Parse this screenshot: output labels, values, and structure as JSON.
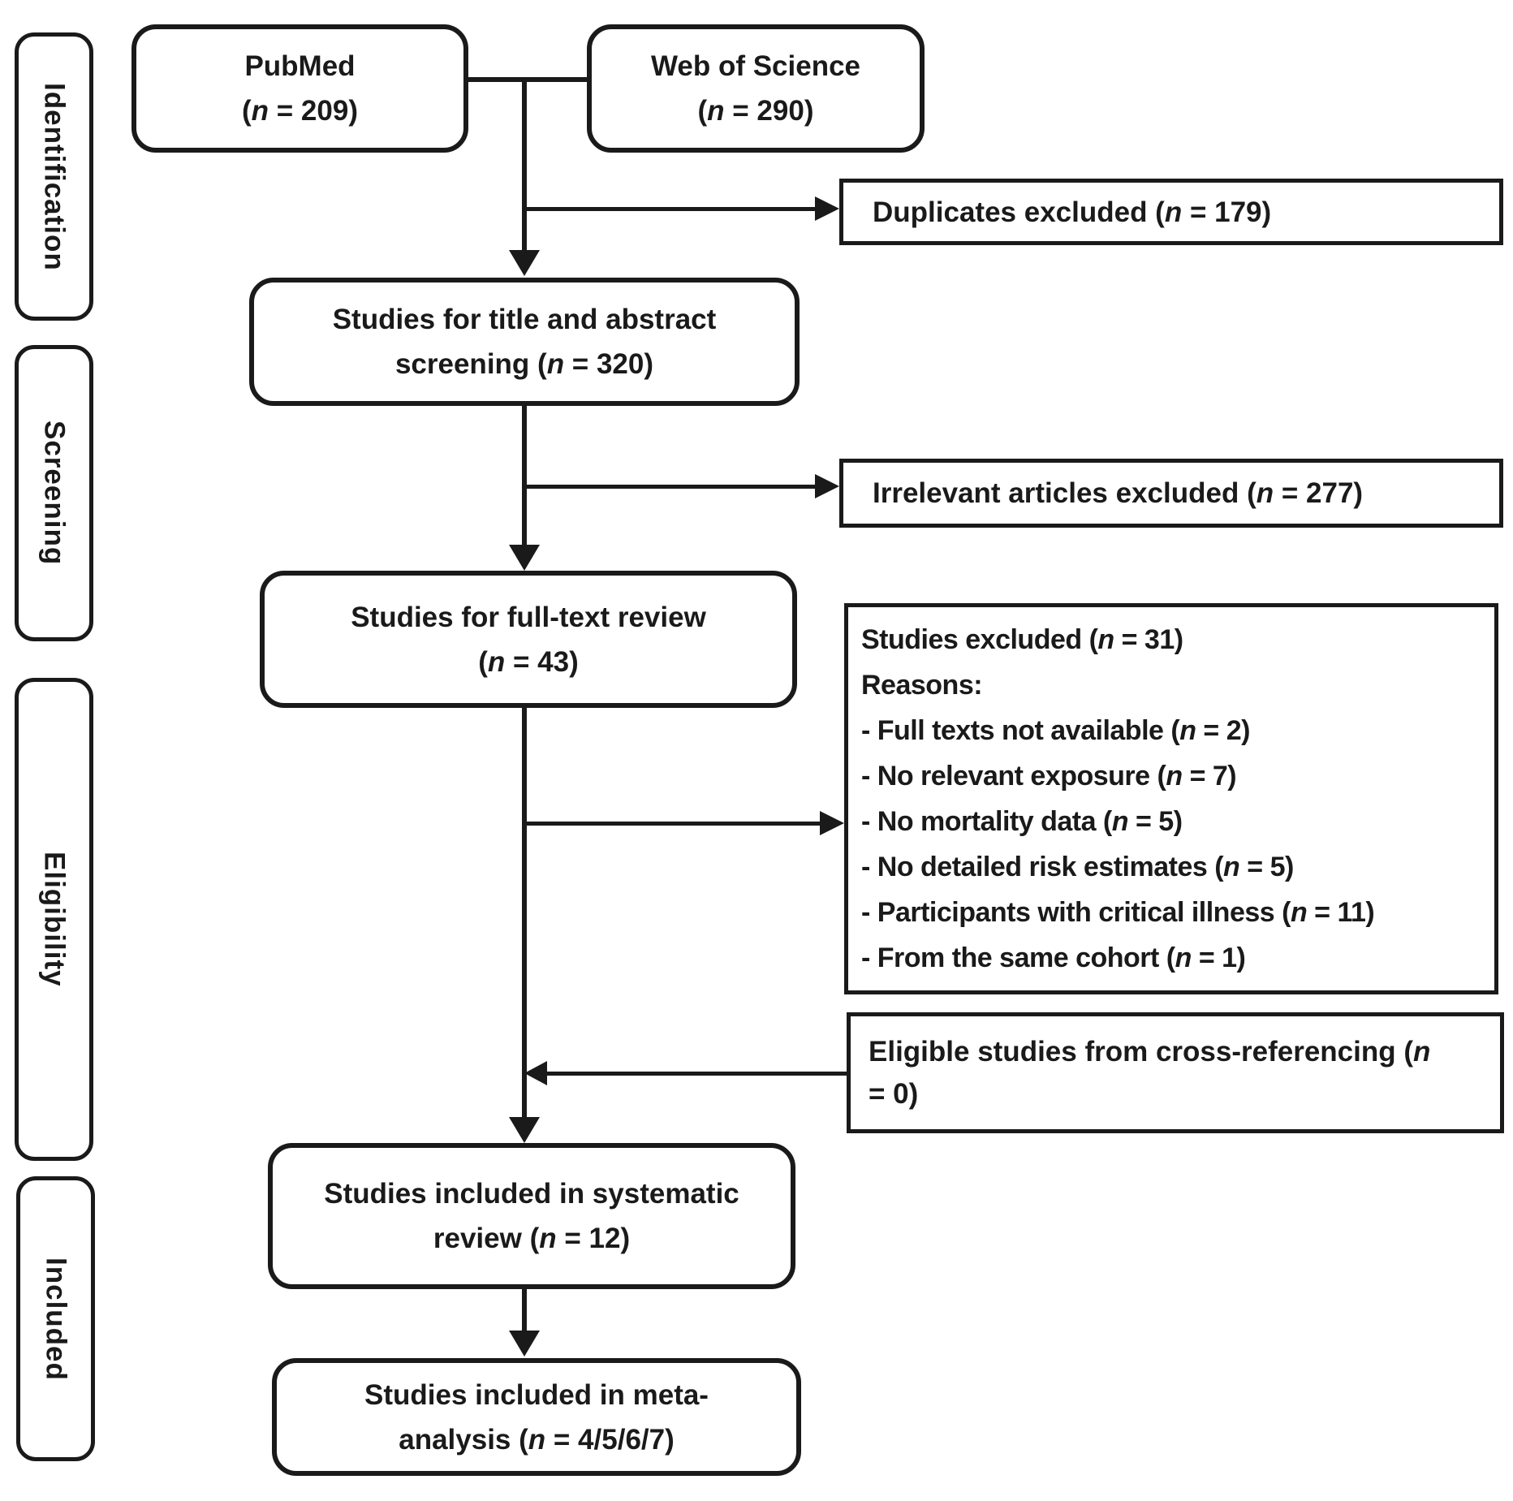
{
  "figure": {
    "type": "prisma-flow-diagram",
    "colors": {
      "ink": "#1a1a1a",
      "background": "#ffffff",
      "box_fill": "#ffffff"
    },
    "stages": [
      {
        "label": "Identification"
      },
      {
        "label": "Screening"
      },
      {
        "label": "Eligibility"
      },
      {
        "label": "Included"
      }
    ],
    "nodes": {
      "pubmed": {
        "lines": [
          "PubMed",
          "(n = 209)"
        ]
      },
      "wos": {
        "lines": [
          "Web of Science",
          "(n = 290)"
        ]
      },
      "duplicates": {
        "lines": [
          "Duplicates excluded (n = 179)"
        ]
      },
      "screening": {
        "lines": [
          "Studies for title and abstract",
          "screening (n = 320)"
        ]
      },
      "irrelevant": {
        "lines": [
          "Irrelevant articles excluded (n = 277)"
        ]
      },
      "fulltext": {
        "lines": [
          "Studies for full-text review",
          "(n = 43)"
        ]
      },
      "excluded": {
        "lines": [
          "Studies excluded (n = 31)",
          "Reasons:",
          "- Full texts not available (n = 2)",
          "- No relevant exposure (n = 7)",
          "- No mortality data (n = 5)",
          "- No detailed risk estimates (n = 5)",
          "- Participants with critical illness (n = 11)",
          "- From the same cohort (n = 1)"
        ]
      },
      "crossref": {
        "lines": [
          "Eligible studies from cross-referencing (n",
          "= 0)"
        ]
      },
      "systematic": {
        "lines": [
          "Studies included in systematic",
          "review (n = 12)"
        ]
      },
      "meta": {
        "lines": [
          "Studies included in meta-",
          "analysis (n = 4/5/6/7)"
        ]
      }
    }
  }
}
